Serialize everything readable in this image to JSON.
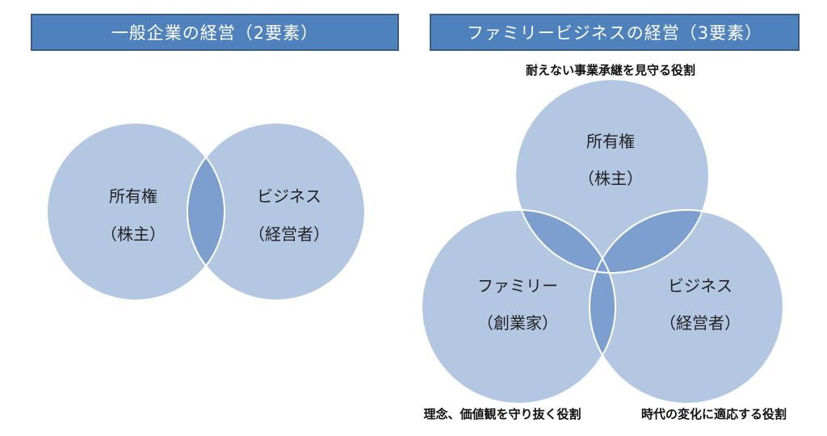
{
  "left_diagram": {
    "title": "一般企業の経営（2要素）",
    "circles": [
      {
        "label": "所有権",
        "sublabel": "（株主）"
      },
      {
        "label": "ビジネス",
        "sublabel": "（経営者）"
      }
    ]
  },
  "right_diagram": {
    "title": "ファミリービジネスの経営（3要素）",
    "circles": [
      {
        "label": "所有権",
        "sublabel": "（株主）"
      },
      {
        "label": "ファミリー",
        "sublabel": "（創業家）"
      },
      {
        "label": "ビジネス",
        "sublabel": "（経営者）"
      }
    ],
    "roles": {
      "top": "耐えない事業承継を見守る役割",
      "bottom_left": "理念、価値観を守り抜く役割",
      "bottom_right": "時代の変化に適応する役割"
    }
  },
  "colors": {
    "title_fill": "#4f81bd",
    "circle_fill": "#b3c7e3",
    "overlap_fill": "#7d9fcf"
  }
}
